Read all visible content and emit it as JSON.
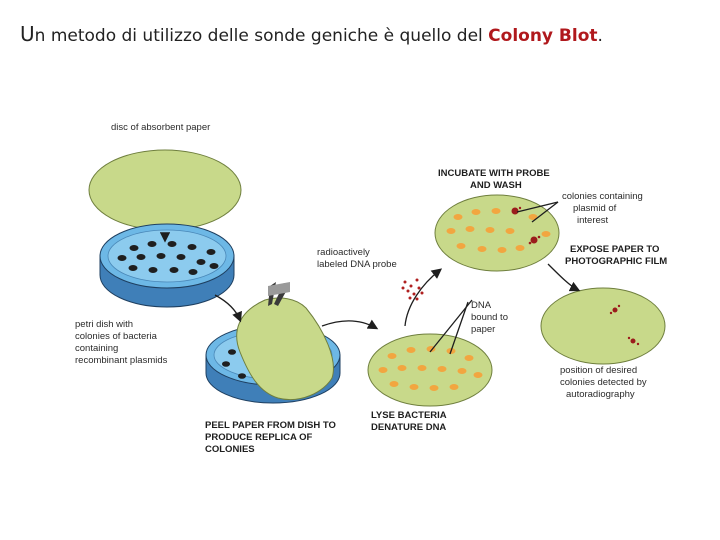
{
  "title": {
    "first_letter": "U",
    "text_before": "n metodo di utilizzo delle sonde geniche è quello del ",
    "highlight": "Colony Blot",
    "text_after": "."
  },
  "labels": {
    "disc": "disc of absorbent paper",
    "petri": [
      "petri dish with",
      "colonies of bacteria",
      "containing",
      "recombinant plasmids"
    ],
    "peel": [
      "PEEL PAPER FROM DISH TO",
      "PRODUCE REPLICA OF",
      "COLONIES"
    ],
    "lyse": [
      "LYSE BACTERIA",
      "DENATURE DNA"
    ],
    "dna_bound": [
      "DNA",
      "bound to",
      "paper"
    ],
    "radioactive": [
      "radioactively",
      "labeled DNA probe"
    ],
    "incubate": [
      "INCUBATE WITH PROBE",
      "AND WASH"
    ],
    "colonies_plasmid": [
      "colonies containing",
      "plasmid of",
      "interest"
    ],
    "expose": [
      "EXPOSE PAPER TO",
      "PHOTOGRAPHIC FILM"
    ],
    "position": [
      "position of desired",
      "colonies detected by",
      "autoradiography"
    ]
  },
  "colors": {
    "paper": "#c8d98a",
    "colony_orange": "#f2a640",
    "medium_blue": "#6db8e6",
    "colony_dark": "#1f1f1f",
    "marked_red": "#9b1c1c",
    "title_highlight": "#b0181c"
  }
}
